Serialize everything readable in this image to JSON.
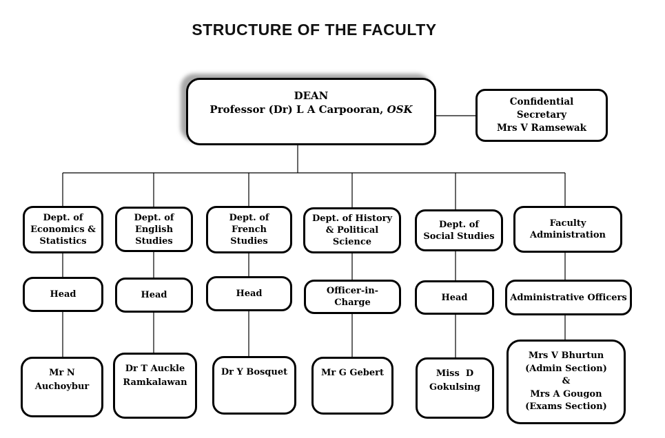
{
  "title": "STRUCTURE OF THE FACULTY",
  "dean": {
    "role": "DEAN",
    "name": "Professor (Dr) L A Carpooran, ",
    "postnominal": "OSK"
  },
  "secretary": {
    "text": "Confidential\nSecretary\nMrs V Ramsewak"
  },
  "columns": [
    {
      "dept": "Dept. of\nEconomics &\nStatistics",
      "role": "Head",
      "person": "Mr N\nAuchoybur"
    },
    {
      "dept": "Dept. of\nEnglish\nStudies",
      "role": "Head",
      "person": "Dr T Auckle\nRamkalawan"
    },
    {
      "dept": "Dept. of\nFrench\nStudies",
      "role": "Head",
      "person": "Dr Y Bosquet"
    },
    {
      "dept": "Dept. of History\n& Political\nScience",
      "role": "Officer-in-\nCharge",
      "person": "Mr G Gebert"
    },
    {
      "dept": "Dept. of\nSocial Studies",
      "role": "Head",
      "person": "Miss  D\nGokulsing"
    },
    {
      "dept": "Faculty\nAdministration",
      "role": "Administrative Officers",
      "person": "Mrs V Bhurtun\n(Admin Section)\n&\nMrs A Gougon\n(Exams Section)"
    }
  ]
}
